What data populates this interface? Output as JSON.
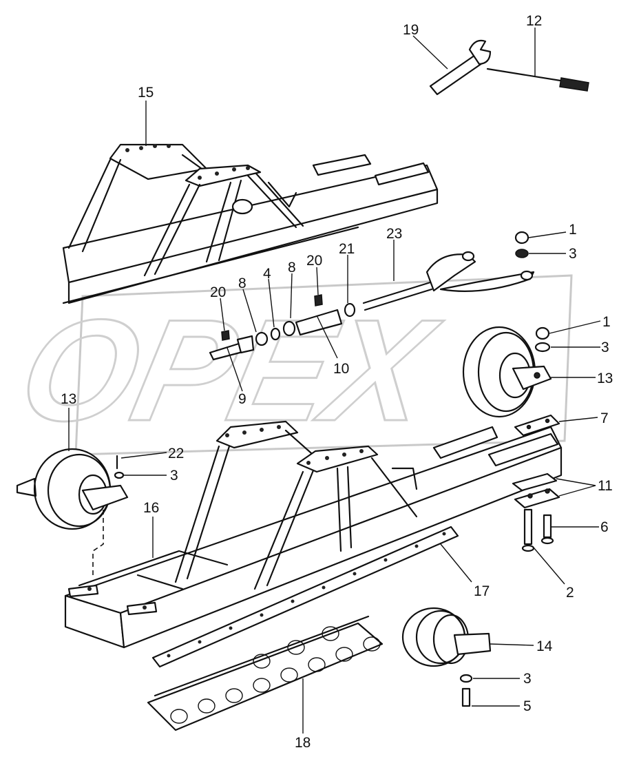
{
  "watermark": "OPEX",
  "callouts": [
    {
      "id": "c1a",
      "label": "1"
    },
    {
      "id": "c3a",
      "label": "3"
    },
    {
      "id": "c1b",
      "label": "1"
    },
    {
      "id": "c3b",
      "label": "3"
    },
    {
      "id": "c13a",
      "label": "13"
    },
    {
      "id": "c7",
      "label": "7"
    },
    {
      "id": "c11",
      "label": "11"
    },
    {
      "id": "c6",
      "label": "6"
    },
    {
      "id": "c2",
      "label": "2"
    },
    {
      "id": "c17",
      "label": "17"
    },
    {
      "id": "c14",
      "label": "14"
    },
    {
      "id": "c3c",
      "label": "3"
    },
    {
      "id": "c5",
      "label": "5"
    },
    {
      "id": "c18",
      "label": "18"
    },
    {
      "id": "c16",
      "label": "16"
    },
    {
      "id": "c13b",
      "label": "13"
    },
    {
      "id": "c22",
      "label": "22"
    },
    {
      "id": "c3d",
      "label": "3"
    },
    {
      "id": "c9",
      "label": "9"
    },
    {
      "id": "c10",
      "label": "10"
    },
    {
      "id": "c20a",
      "label": "20"
    },
    {
      "id": "c8a",
      "label": "8"
    },
    {
      "id": "c4",
      "label": "4"
    },
    {
      "id": "c8b",
      "label": "8"
    },
    {
      "id": "c20b",
      "label": "20"
    },
    {
      "id": "c21",
      "label": "21"
    },
    {
      "id": "c23",
      "label": "23"
    },
    {
      "id": "c15",
      "label": "15"
    },
    {
      "id": "c19",
      "label": "19"
    },
    {
      "id": "c12",
      "label": "12"
    }
  ]
}
